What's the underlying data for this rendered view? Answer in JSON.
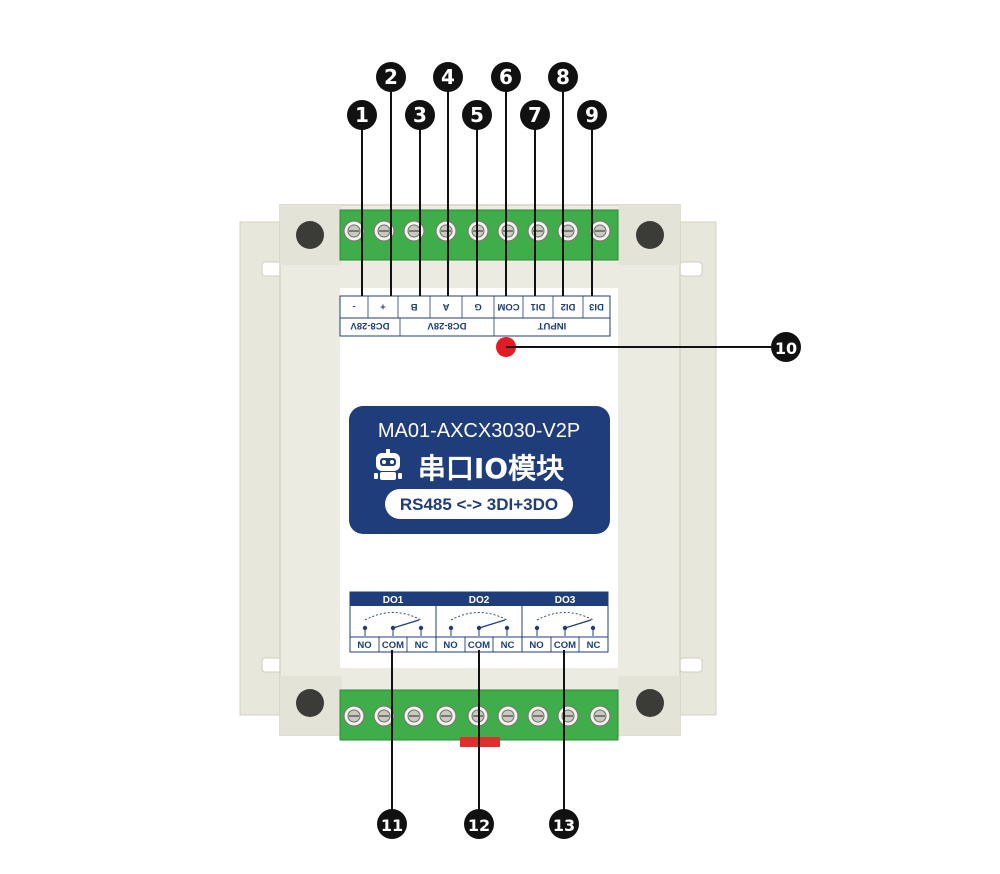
{
  "module": {
    "model": "MA01-AXCX3030-V2P",
    "title": "串口IO模块",
    "subtitle": "RS485 <-> 3DI+3DO",
    "brand_color": "#1f3d7a"
  },
  "top_terminals": {
    "labels": [
      "-",
      "+",
      "B",
      "A",
      "G",
      "COM",
      "DI1",
      "DI2",
      "DI3"
    ],
    "groups": [
      "DC8-28V",
      "DC8-28V",
      "INPUT"
    ]
  },
  "relays": [
    {
      "name": "DO1",
      "contacts": [
        "NO",
        "COM",
        "NC"
      ]
    },
    {
      "name": "DO2",
      "contacts": [
        "NO",
        "COM",
        "NC"
      ]
    },
    {
      "name": "DO3",
      "contacts": [
        "NO",
        "COM",
        "NC"
      ]
    }
  ],
  "callouts": [
    "1",
    "2",
    "3",
    "4",
    "5",
    "6",
    "7",
    "8",
    "9",
    "10",
    "11",
    "12",
    "13"
  ],
  "colors": {
    "terminal_green": "#3fae4a",
    "callout_black": "#111111",
    "led_red": "#e41b23",
    "housing": "#ecebe2",
    "label_panel": "#ffffff"
  }
}
